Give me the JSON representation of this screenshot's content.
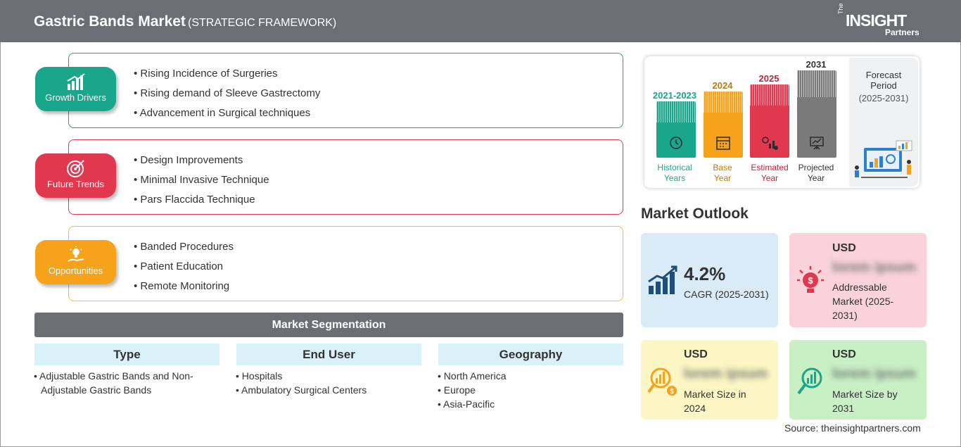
{
  "header": {
    "title": "Gastric Bands Market",
    "subtitle": "(STRATEGIC FRAMEWORK)"
  },
  "logo": {
    "the": "The",
    "insight": "INSIGHT",
    "partners": "Partners"
  },
  "framework": [
    {
      "label": "Growth Drivers",
      "color": "#1aa68a",
      "icon": "bar-chart-icon",
      "items": [
        "Rising Incidence of Surgeries",
        "Rising demand of Sleeve Gastrectomy",
        "Advancement in Surgical techniques"
      ]
    },
    {
      "label": "Future Trends",
      "color": "#e2384f",
      "icon": "target-icon",
      "items": [
        "Design Improvements",
        "Minimal Invasive Technique",
        "Pars Flaccida Technique"
      ]
    },
    {
      "label": "Opportunities",
      "color": "#f6a21b",
      "icon": "lightbulb-hand-icon",
      "items": [
        "Banded Procedures",
        "Patient Education",
        "Remote Monitoring"
      ]
    }
  ],
  "segmentation": {
    "title": "Market Segmentation",
    "columns": [
      {
        "head": "Type",
        "items": [
          "Adjustable Gastric Bands and Non-Adjustable Gastric Bands"
        ]
      },
      {
        "head": "End User",
        "items": [
          "Hospitals",
          "Ambulatory Surgical Centers"
        ]
      },
      {
        "head": "Geography",
        "items": [
          "North America",
          "Europe",
          "Asia-Pacific"
        ]
      }
    ]
  },
  "timeline": {
    "bars": [
      {
        "year": "2021-2023",
        "label1": "Historical",
        "label2": "Years",
        "color": "#1aa68a",
        "icon": "history-icon"
      },
      {
        "year": "2024",
        "label1": "Base",
        "label2": "Year",
        "color": "#f6a21b",
        "icon": "calendar-icon"
      },
      {
        "year": "2025",
        "label1": "Estimated",
        "label2": "Year",
        "color": "#e2384f",
        "icon": "gear-chart-icon"
      },
      {
        "year": "2031",
        "label1": "Projected",
        "label2": "Year",
        "color": "#7a7a7a",
        "icon": "presentation-icon"
      }
    ],
    "forecast_title": "Forecast Period",
    "forecast_period": "(2025-2031)"
  },
  "outlook": {
    "title": "Market Outlook",
    "cagr_value": "4.2%",
    "cagr_label": "CAGR (2025-2031)",
    "addressable": {
      "usd": "USD",
      "value": "lorem ipsum",
      "label": "Addressable Market (2025-2031)"
    },
    "size_2024": {
      "usd": "USD",
      "value": "lorem ipsum",
      "label": "Market Size in 2024"
    },
    "size_2031": {
      "usd": "USD",
      "value": "lorem ipsum",
      "label": "Market Size by 2031"
    }
  },
  "source": "Source: theinsightpartners.com"
}
